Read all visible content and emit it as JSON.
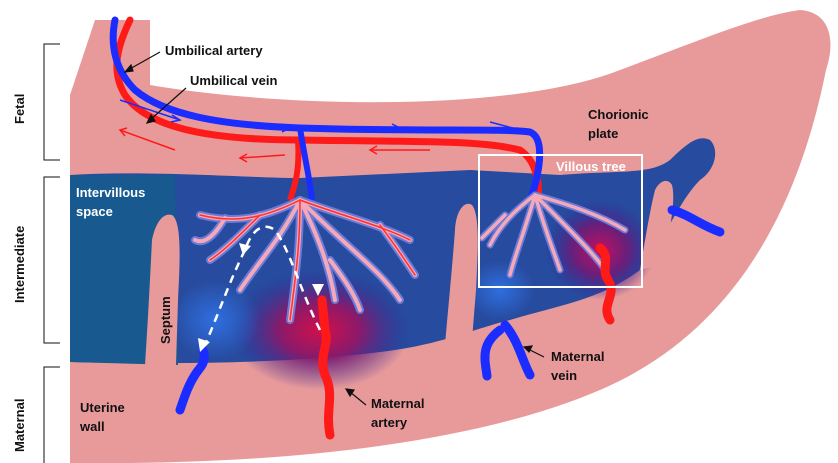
{
  "labels": {
    "umbilical_artery": "Umbilical artery",
    "umbilical_vein": "Umbilical vein",
    "chorionic_plate_1": "Chorionic",
    "chorionic_plate_2": "plate",
    "villous_tree": "Villous tree",
    "intervillous_space_1": "Intervillous",
    "intervillous_space_2": "space",
    "septum": "Septum",
    "maternal_vein_1": "Maternal",
    "maternal_vein_2": "vein",
    "maternal_artery_1": "Maternal",
    "maternal_artery_2": "artery",
    "uterine_wall_1": "Uterine",
    "uterine_wall_2": "wall"
  },
  "regions": {
    "fetal": "Fetal",
    "intermediate": "Intermediate",
    "maternal": "Maternal"
  },
  "colors": {
    "tissue": "#e89a9a",
    "intervillous": "#1f5aa0",
    "artery_fetal": "#1a2cff",
    "vein_fetal": "#ff1a1a",
    "maternal_artery": "#ff1a1a",
    "maternal_vein": "#1a2cff",
    "villi_fill": "#f2a5a5",
    "box": "#ffffff"
  }
}
